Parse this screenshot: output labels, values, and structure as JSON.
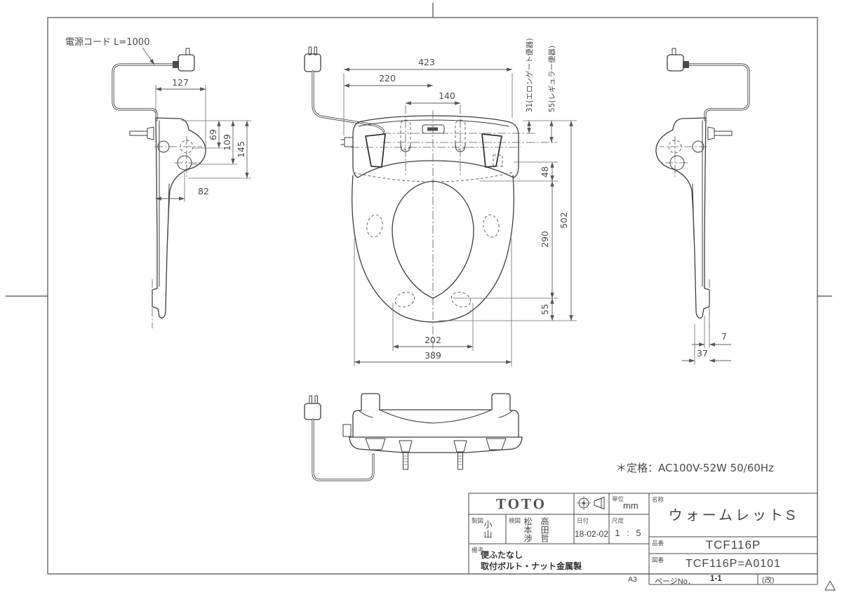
{
  "drawing": {
    "power_cord_label": "電源コード L=1000",
    "rating_note": "＊定格：AC100V-52W 50/60Hz",
    "paper_size": "A3"
  },
  "dims": {
    "side_width": "127",
    "side_h1": "69",
    "side_h2": "109",
    "side_h3": "145",
    "side_back": "82",
    "plan_overall_w": "423",
    "plan_left_half": "220",
    "plan_bolt_pitch": "140",
    "plan_elongated": "31(エロンゲート便器)",
    "plan_regular": "55(レギュラー便器)",
    "plan_hinge_gap": "48",
    "plan_opening_len": "290",
    "plan_front_rim": "55",
    "plan_overall_len": "502",
    "plan_opening_w": "202",
    "plan_seat_w": "389",
    "side_lip": "7",
    "side_base": "37"
  },
  "title_block": {
    "logo": "TOTO",
    "unit_label": "単位",
    "unit_value": "mm",
    "drafter_label": "製図",
    "drafter_name": "小山",
    "checker_label": "検図",
    "checker_name_1": "松本渉",
    "checker_name_2": "高田哲",
    "date_label": "日付",
    "date_value": "18-02-02",
    "scale_label": "尺度",
    "scale_value": "1 : 5",
    "remarks_label": "備考",
    "remarks_line1": "便ふたなし",
    "remarks_line2": "取付ボルト・ナット金属製",
    "name_label": "名称",
    "name_value": "ウォームレットS",
    "part_no_label": "品番",
    "part_no_value": "TCF116P",
    "drawing_no_label": "図番",
    "drawing_no_value": "TCF116P=A0101",
    "page_label": "ページNo．",
    "page_value": "1-1",
    "revision_label": "(改)",
    "paper_size": "A3"
  }
}
